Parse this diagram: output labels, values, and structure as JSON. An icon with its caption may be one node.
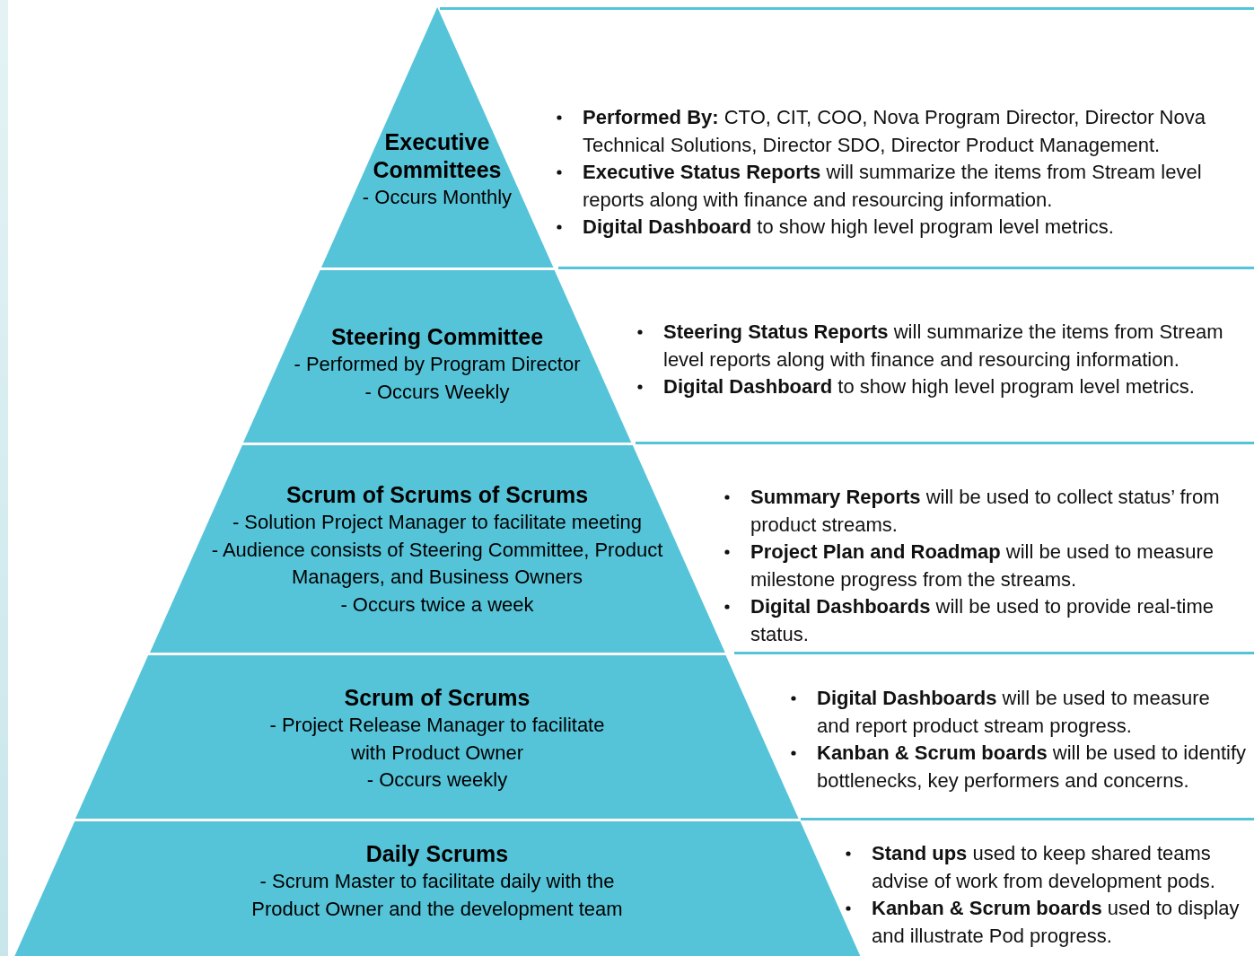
{
  "diagram": {
    "nodes": [
      {
        "text": [
          "Executive Committees",
          "- Occurs Monthly"
        ],
        "beside": [
          "**Performed By:** CTO, CIT, COO, Nova Program Director, Director Nova Technical Solutions, Director SDO, Director Product Management.",
          "**Executive Status Reports** will summarize the items from Stream level reports along with finance and resourcing information.",
          "**Digital Dashboard** to show high level program level metrics."
        ]
      },
      {
        "text": [
          "Steering Committee",
          "- Performed by Program Director",
          "- Occurs Weekly"
        ],
        "beside": [
          "**Steering Status Reports** will summarize the items from Stream level reports along with finance and resourcing information.",
          "**Digital Dashboard** to show high level program level metrics."
        ]
      },
      {
        "text": [
          "Scrum of Scrums of Scrums",
          "- Solution Project Manager to facilitate meeting",
          "- Audience consists of Steering Committee, Product Managers, and Business Owners",
          "- Occurs twice a week"
        ],
        "beside": [
          "**Summary Reports** will be used to collect status’ from product streams.",
          "**Project Plan and Roadmap** will be used to measure milestone progress from the streams.",
          "**Digital Dashboards** will be used to provide real-time status."
        ]
      },
      {
        "text": [
          "Scrum of Scrums",
          "- Project Release Manager to facilitate with Product Owner",
          "- Occurs weekly"
        ],
        "beside": [
          "**Digital Dashboards** will be used to measure and report product stream progress.",
          "**Kanban & Scrum boards** will be used to identify bottlenecks, key performers and concerns."
        ]
      },
      {
        "text": [
          "Daily Scrums",
          "- Scrum Master to facilitate daily with the Product Owner and the development team"
        ],
        "beside": [
          "**Stand ups** used to keep shared teams advise of work from development pods.",
          "**Kanban & Scrum boards** used to display and illustrate Pod progress."
        ]
      }
    ]
  }
}
